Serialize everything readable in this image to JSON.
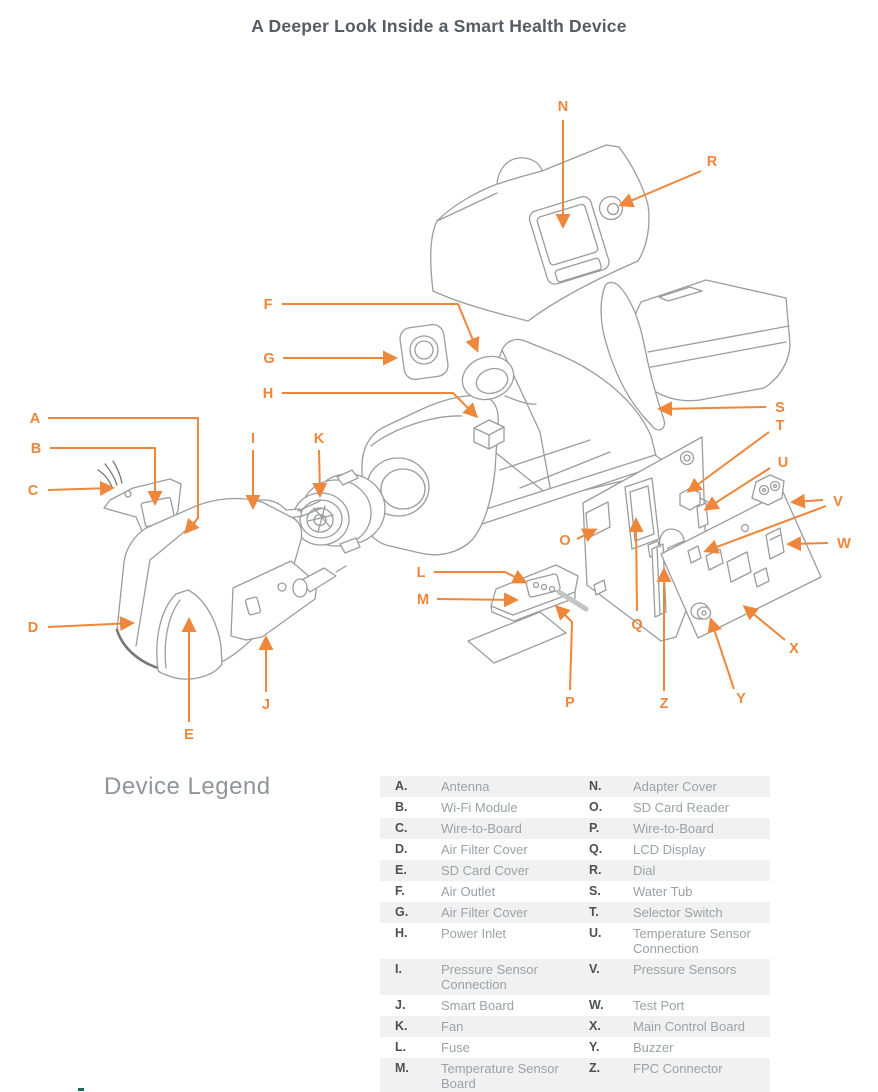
{
  "page": {
    "title": "A Deeper Look Inside a Smart Health Device"
  },
  "diagram": {
    "callouts": {
      "A": "A",
      "B": "B",
      "C": "C",
      "D": "D",
      "E": "E",
      "F": "F",
      "G": "G",
      "H": "H",
      "I": "I",
      "J": "J",
      "K": "K",
      "L": "L",
      "M": "M",
      "N": "N",
      "O": "O",
      "P": "P",
      "Q": "Q",
      "R": "R",
      "S": "S",
      "T": "T",
      "U": "U",
      "V": "V",
      "W": "W",
      "X": "X",
      "Y": "Y",
      "Z": "Z"
    }
  },
  "legend": {
    "heading": "Device Legend",
    "left": [
      {
        "key": "A.",
        "name": "Antenna"
      },
      {
        "key": "B.",
        "name": "Wi-Fi Module"
      },
      {
        "key": "C.",
        "name": "Wire-to-Board"
      },
      {
        "key": "D.",
        "name": "Air Filter Cover"
      },
      {
        "key": "E.",
        "name": "SD Card Cover"
      },
      {
        "key": "F.",
        "name": "Air Outlet"
      },
      {
        "key": "G.",
        "name": "Air Filter Cover"
      },
      {
        "key": "H.",
        "name": "Power Inlet"
      },
      {
        "key": "I.",
        "name": "Pressure Sensor Connection"
      },
      {
        "key": "J.",
        "name": "Smart Board"
      },
      {
        "key": "K.",
        "name": "Fan"
      },
      {
        "key": "L.",
        "name": "Fuse"
      },
      {
        "key": "M.",
        "name": "Temperature Sensor Board"
      }
    ],
    "right": [
      {
        "key": "N.",
        "name": "Adapter Cover"
      },
      {
        "key": "O.",
        "name": "SD Card Reader"
      },
      {
        "key": "P.",
        "name": "Wire-to-Board"
      },
      {
        "key": "Q.",
        "name": "LCD Display"
      },
      {
        "key": "R.",
        "name": "Dial"
      },
      {
        "key": "S.",
        "name": "Water Tub"
      },
      {
        "key": "T.",
        "name": "Selector Switch"
      },
      {
        "key": "U.",
        "name": "Temperature Sensor Connection"
      },
      {
        "key": "V.",
        "name": "Pressure Sensors"
      },
      {
        "key": "W.",
        "name": "Test Port"
      },
      {
        "key": "X.",
        "name": "Main Control Board"
      },
      {
        "key": "Y.",
        "name": "Buzzer"
      },
      {
        "key": "Z.",
        "name": "FPC Connector"
      }
    ]
  },
  "colors": {
    "accent": "#EE863B",
    "line_art": "#9A9C9E",
    "title_text": "#555C64",
    "legend_key": "#4B5055",
    "legend_text": "#9BA1A7",
    "row_stripe": "#F1F1F2"
  }
}
